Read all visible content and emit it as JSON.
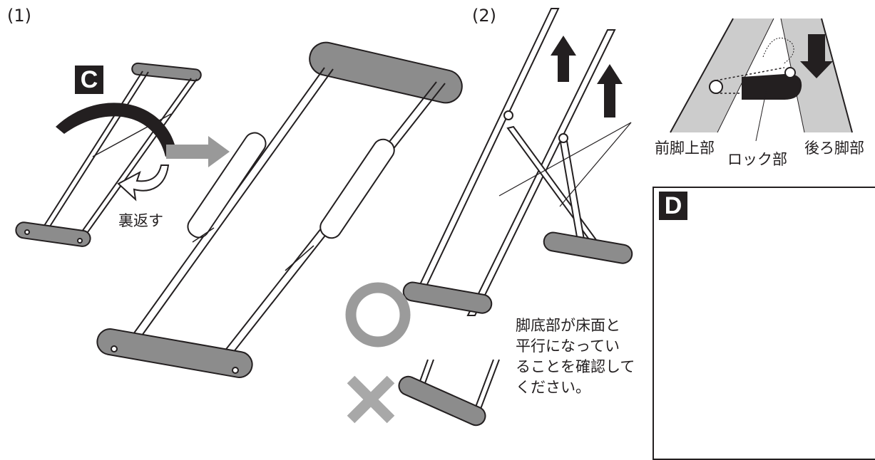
{
  "steps": {
    "step1": "(1)",
    "step2": "(2)"
  },
  "badges": {
    "c": "C",
    "d": "D"
  },
  "labels": {
    "flip": "裏返す",
    "front_leg_top": "前脚上部",
    "lock_part": "ロック部",
    "rear_leg": "後ろ脚部"
  },
  "note": {
    "line1": "脚底部が床面と",
    "line2": "平行になってい",
    "line3": "ることを確認して",
    "line4": "ください。"
  },
  "colors": {
    "line": "#231f20",
    "foot": "#8c8c8c",
    "arrow_gray": "#999999",
    "zoom_bg": "#cccccc",
    "ok_mark": "#9b9b9b",
    "ng_mark": "#a8a8a8"
  },
  "marks": {
    "ok": "circle-mark",
    "ng": "cross-mark"
  }
}
